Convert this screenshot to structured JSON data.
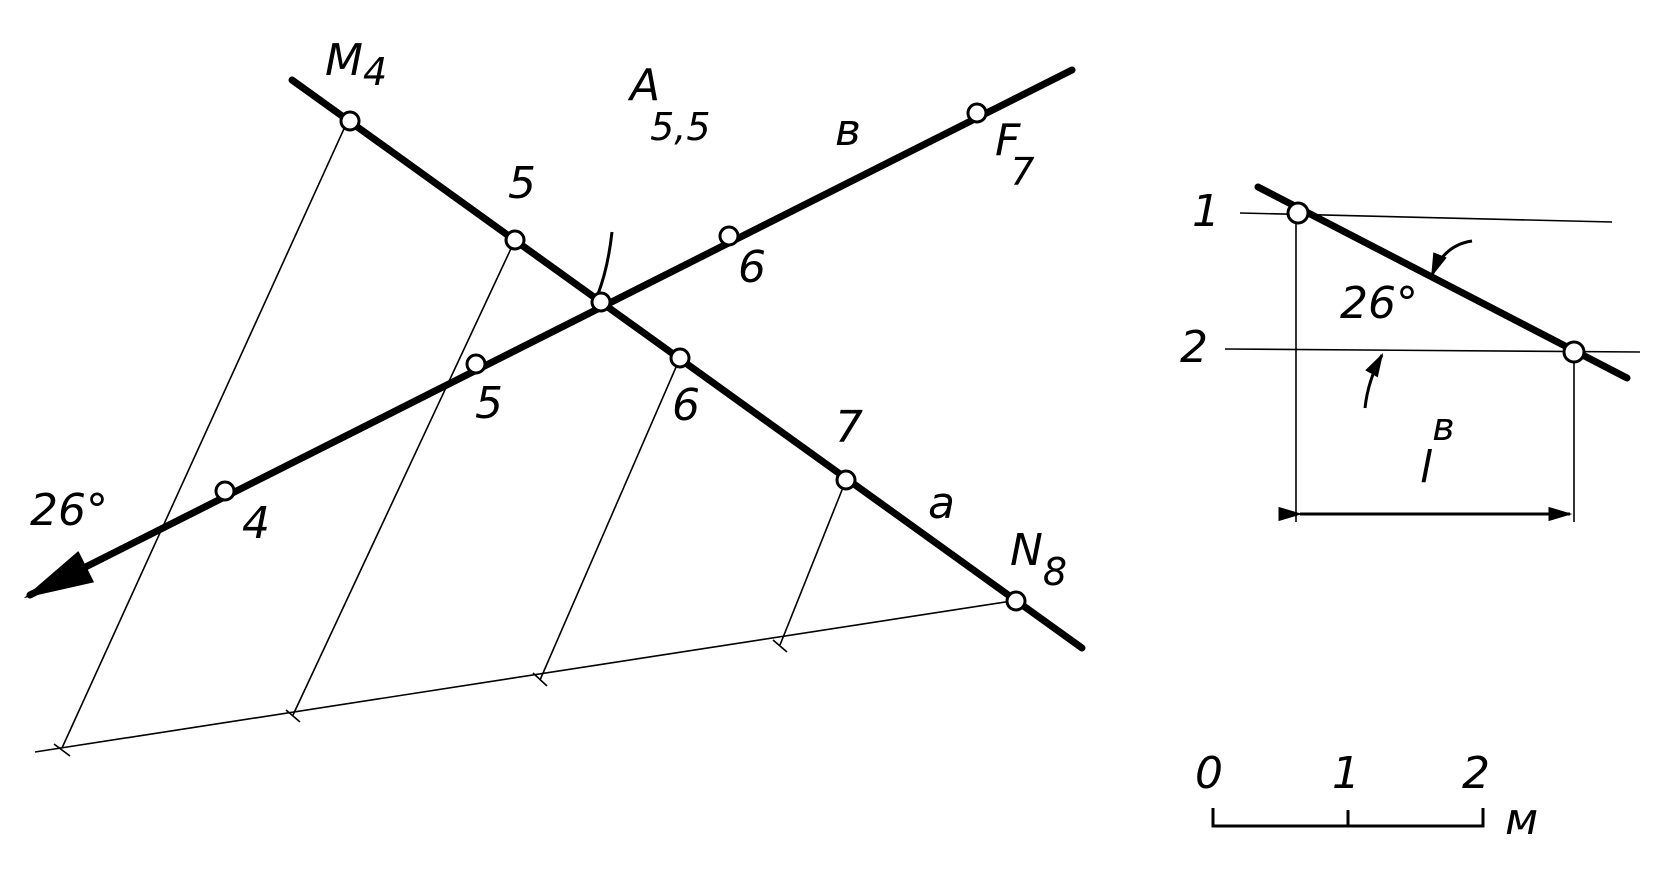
{
  "main": {
    "line_a_name": "a",
    "line_b_name": "в",
    "point_a": {
      "letter": "A",
      "elev": "5,5"
    },
    "point_m": {
      "letter": "M",
      "elev": "4"
    },
    "point_n": {
      "letter": "N",
      "elev": "8"
    },
    "point_f": {
      "letter": "F",
      "elev": "7"
    },
    "a_grad": [
      "5",
      "6",
      "7"
    ],
    "b_grad": [
      "4",
      "5",
      "6"
    ],
    "dip_label": "26°"
  },
  "inset": {
    "level_1": "1",
    "level_2": "2",
    "angle": "26°",
    "l_label": "l",
    "l_sup": "в"
  },
  "scale": {
    "ticks": [
      "0",
      "1",
      "2"
    ],
    "unit": "м"
  }
}
